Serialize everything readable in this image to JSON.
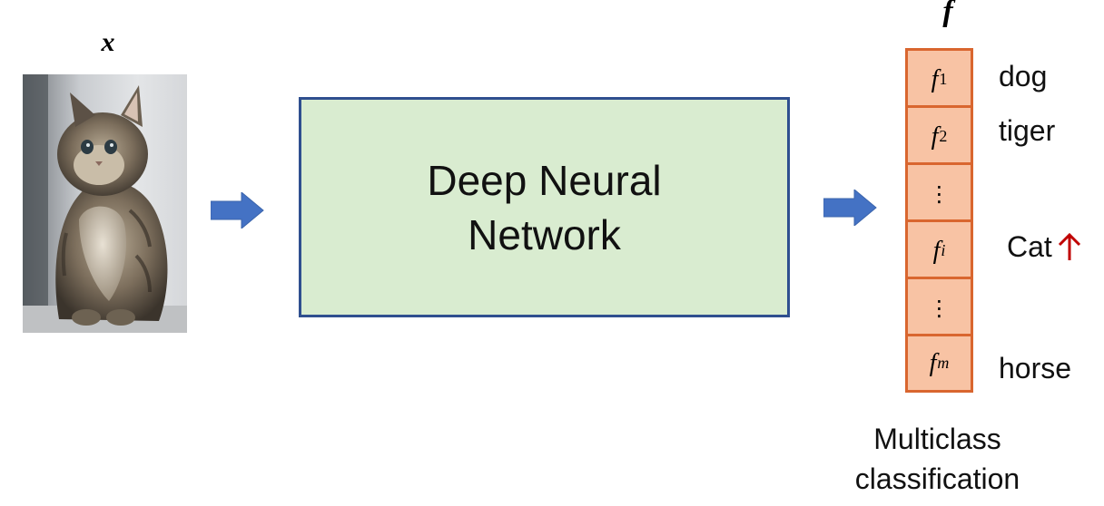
{
  "input": {
    "label": "x"
  },
  "network": {
    "label": "Deep Neural Network"
  },
  "output": {
    "label": "f",
    "cells": [
      {
        "base": "f",
        "sub": "1",
        "class_name": "dog"
      },
      {
        "base": "f",
        "sub": "2",
        "class_name": "tiger"
      },
      {
        "ellipsis": "⋮"
      },
      {
        "base": "f",
        "sub": "i",
        "class_name": "Cat",
        "highlight_arrow": "up-arrow"
      },
      {
        "ellipsis": "⋮"
      },
      {
        "base": "f",
        "sub": "m",
        "class_name": "horse"
      }
    ]
  },
  "caption": "Multiclass classification",
  "colors": {
    "arrow": "#4472c4",
    "network_fill": "#d9ecd0",
    "network_border": "#2f4f8f",
    "vector_fill": "#f8c3a4",
    "vector_border": "#d9662f",
    "highlight_arrow": "#c00000"
  }
}
